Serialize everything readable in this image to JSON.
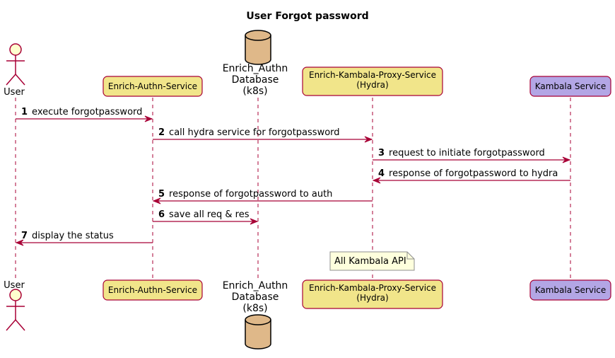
{
  "title": "User Forgot password",
  "colors": {
    "line": "#A80036",
    "lifeline": "#A80036",
    "arrow": "#A80036",
    "actor_fill": "#FEFECE",
    "participant_fill": "#F1E58A",
    "kambala_fill": "#B3A6E5",
    "database_fill": "#DFB889",
    "note_fill": "#FBFB77",
    "note_bg": "#FEFFDD",
    "text": "#000000"
  },
  "participants": [
    {
      "id": "user",
      "kind": "actor",
      "label": "User"
    },
    {
      "id": "authn",
      "kind": "participant",
      "label": "Enrich-Authn-Service"
    },
    {
      "id": "db",
      "kind": "database",
      "lines": [
        "Enrich_Authn",
        "Database",
        "(k8s)"
      ]
    },
    {
      "id": "proxy",
      "kind": "participant",
      "lines": [
        "Enrich-Kambala-Proxy-Service",
        "(Hydra)"
      ]
    },
    {
      "id": "kambala",
      "kind": "participant",
      "label": "Kambala Service"
    }
  ],
  "messages": [
    {
      "num": "1",
      "text": "execute forgotpassword",
      "from": "user",
      "to": "authn"
    },
    {
      "num": "2",
      "text": "call hydra service for forgotpassword",
      "from": "authn",
      "to": "proxy"
    },
    {
      "num": "3",
      "text": "request to initiate forgotpassword",
      "from": "proxy",
      "to": "kambala"
    },
    {
      "num": "4",
      "text": "response of forgotpassword  to hydra",
      "from": "kambala",
      "to": "proxy"
    },
    {
      "num": "5",
      "text": "response of forgotpassword  to auth",
      "from": "proxy",
      "to": "authn"
    },
    {
      "num": "6",
      "text": "save all req & res",
      "from": "authn",
      "to": "db"
    },
    {
      "num": "7",
      "text": "display the status",
      "from": "authn",
      "to": "user"
    }
  ],
  "note": {
    "text": "All Kambala API",
    "over": "proxy"
  }
}
